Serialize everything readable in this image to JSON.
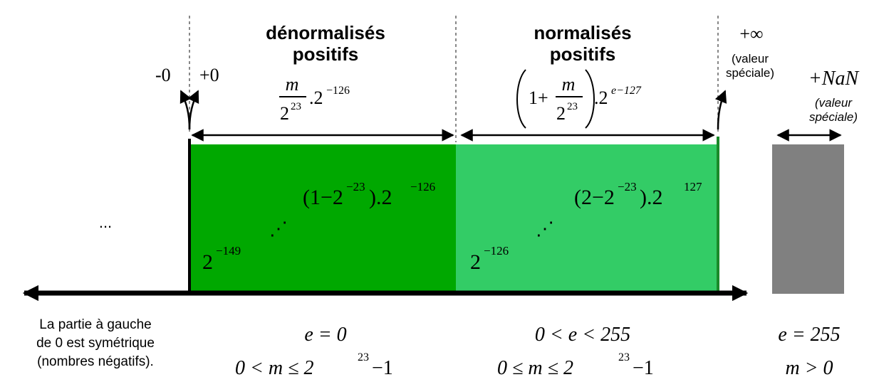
{
  "zones": {
    "denormal": {
      "title_line1": "dénormalisés",
      "title_line2": "positifs",
      "fraction_num": "m",
      "fraction_den_base": "2",
      "fraction_den_exp": "23",
      "factor_base": ".2",
      "factor_exp": "−126",
      "min_base": "2",
      "min_exp": "−149",
      "max_open": "(1−2",
      "max_exp1": "−23",
      "max_close": ").2",
      "max_exp2": "−126",
      "cond_line1": "e = 0",
      "cond_line2_pre": "0 < m ≤ 2",
      "cond_line2_exp": "23",
      "cond_line2_post": "−1",
      "color": "#00a800"
    },
    "normal": {
      "title_line1": "normalisés",
      "title_line2": "positifs",
      "formula_pre": "1+",
      "fraction_num": "m",
      "fraction_den_base": "2",
      "fraction_den_exp": "23",
      "factor_base": ".2",
      "factor_exp": "e−127",
      "min_base": "2",
      "min_exp": "−126",
      "max_open": "(2−2",
      "max_exp1": "−23",
      "max_close": ").2",
      "max_exp2": "127",
      "cond_line1": "0 < e < 255",
      "cond_line2_pre": "0 ≤ m ≤ 2",
      "cond_line2_exp": "23",
      "cond_line2_post": "−1",
      "color": "#33cc66"
    },
    "nan": {
      "title": "+NaN",
      "note_line1": "(valeur",
      "note_line2": "spéciale)",
      "cond_line1": "e = 255",
      "cond_line2": "m > 0",
      "color": "#808080"
    }
  },
  "infinity": {
    "symbol": "+∞",
    "note_line1": "(valeur",
    "note_line2": "spéciale)"
  },
  "zero": {
    "minus": "-0",
    "plus": "+0"
  },
  "ellipsis": "...",
  "dots": "⋰",
  "left_note": {
    "line1": "La partie à gauche",
    "line2": "de 0 est symétrique",
    "line3": "(nombres négatifs)."
  }
}
